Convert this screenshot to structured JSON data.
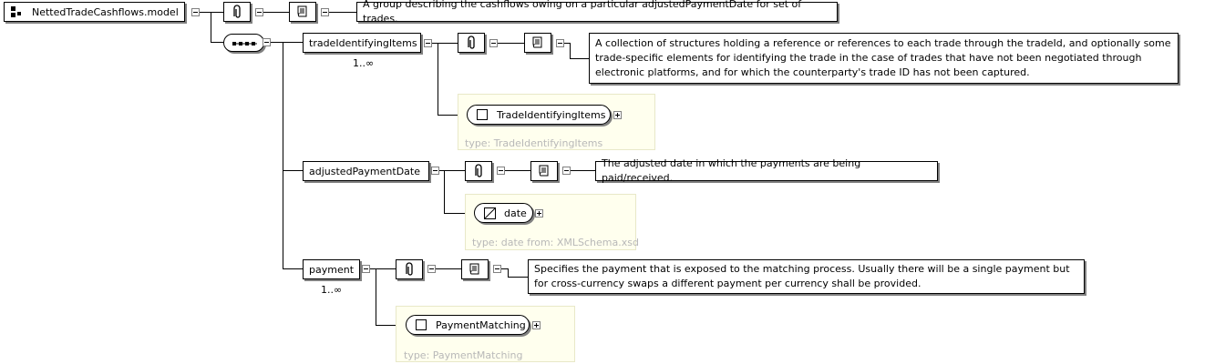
{
  "root": {
    "label": "NettedTradeCashflows.model"
  },
  "group_doc": "A group describing the cashflows owing on a particular adjustedPaymentDate for set of trades.",
  "elements": [
    {
      "name": "tradeIdentifyingItems",
      "cardinality": "1..∞",
      "doc": "A collection of structures holding a reference or references to each trade through the tradeId, and optionally some trade-specific elements for identifying the trade in the case of trades that have not been negotiated through electronic platforms, and for which the counterparty's trade ID has not been captured.",
      "type_name": "TradeIdentifyingItems",
      "type_caption": "type: TradeIdentifyingItems"
    },
    {
      "name": "adjustedPaymentDate",
      "cardinality": "",
      "doc": "The adjusted date in which the payments are being paid/received.",
      "type_name": "date",
      "type_caption": "type: date from: XMLSchema.xsd"
    },
    {
      "name": "payment",
      "cardinality": "1..∞",
      "doc": "Specifies the payment that is exposed to the matching process. Usually there will be a single payment but for cross-currency swaps a different payment per currency shall be provided.",
      "type_name": "PaymentMatching",
      "type_caption": "type: PaymentMatching"
    }
  ],
  "icons": {
    "root": "model-group-icon",
    "annotation": "paperclip-icon",
    "documentation": "scroll-icon",
    "sequence": "sequence-compositor-icon",
    "complex_type": "complex-type-icon",
    "simple_type": "simple-type-icon"
  },
  "colors": {
    "type_area_bg": "#ffffee",
    "type_caption": "#b8b8b8"
  }
}
